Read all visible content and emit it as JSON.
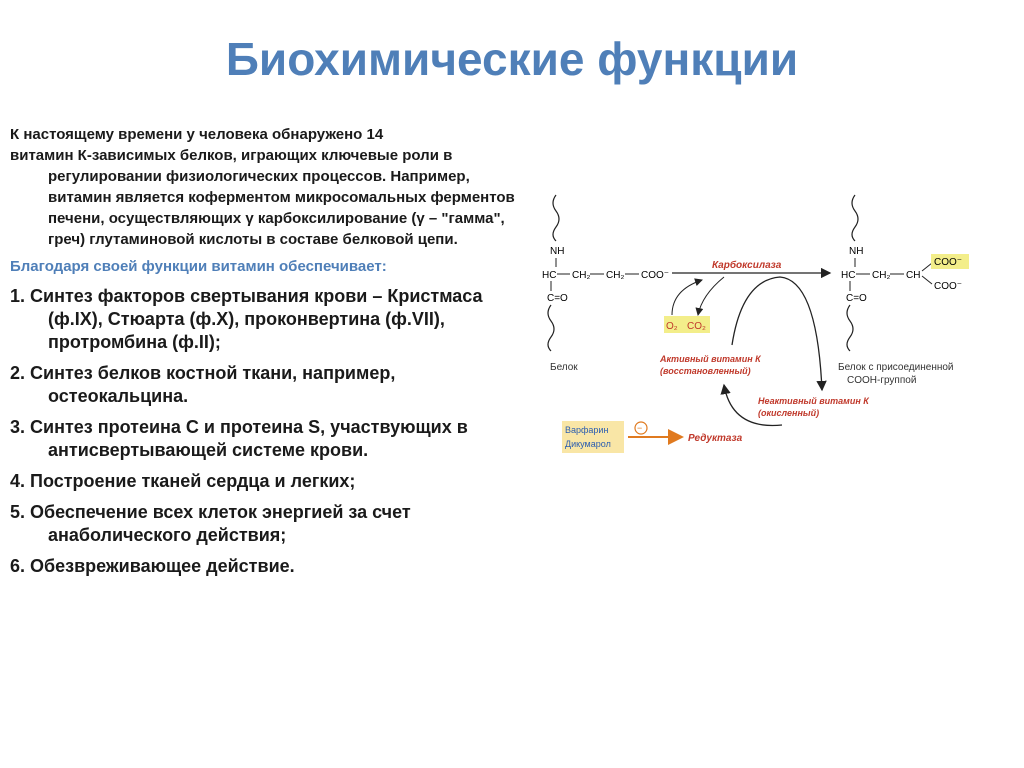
{
  "slide": {
    "title": "Биохимические функции",
    "intro": {
      "line1": "К настоящему времени у человека обнаружено 14",
      "rest": "витамин К-зависимых белков, играющих ключевые роли в регулировании физиологических процессов. Например, витамин является коферментом микросомальных ферментов печени, осуществляющих γ карбоксилирование (γ – \"гамма\", греч) глутаминовой кислоты в составе белковой цепи."
    },
    "accent": "Благодаря своей функции витамин обеспечивает:",
    "items": [
      "1. Синтез факторов свертывания крови – Кристмаса (ф.IX), Стюарта (ф.X), проконвертина (ф.VII), протромбина (ф.II);",
      "2. Синтез белков костной ткани, например, остеокальцина.",
      "3. Синтез протеина С и протеина S, участвующих в антисвертывающей системе крови.",
      "4.  Построение тканей сердца и легких;",
      "5. Обеспечение всех клеток энергией за счет анаболического действия;",
      "6.  Обезвреживающее действие."
    ]
  },
  "diagram": {
    "left_molecule": {
      "nh": "NH",
      "hc": "HC",
      "ch2_a": "CH₂",
      "ch2_b": "CH₂",
      "coo": "COO⁻",
      "co": "C=O",
      "caption": "Белок"
    },
    "right_molecule": {
      "nh": "NH",
      "hc": "HC",
      "ch2": "CH₂",
      "ch": "CH",
      "coo_top": "COO⁻",
      "coo_bottom": "COO⁻",
      "co": "C=O",
      "caption_line1": "Белок с присоединенной",
      "caption_line2": "COOH-группой"
    },
    "enzyme_carboxylase": "Карбоксилаза",
    "o2": "O₂",
    "co2": "CO₂",
    "active_vitamin_line1": "Активный витамин К",
    "active_vitamin_line2": "(восстановленный)",
    "inactive_vitamin_line1": "Неактивный витамин К",
    "inactive_vitamin_line2": "(окисленный)",
    "inhibitor_1": "Варфарин",
    "inhibitor_2": "Дикумарол",
    "enzyme_reductase": "Редуктаза",
    "minus_sign": "−",
    "colors": {
      "enzyme_text": "#c0392b",
      "vitamin_text": "#c0392b",
      "highlight": "#f3ee8a",
      "inhibitor_bg": "#f9e6a6",
      "inhibitor_text": "#2a5db0",
      "arrow_orange": "#e07a1f"
    }
  }
}
